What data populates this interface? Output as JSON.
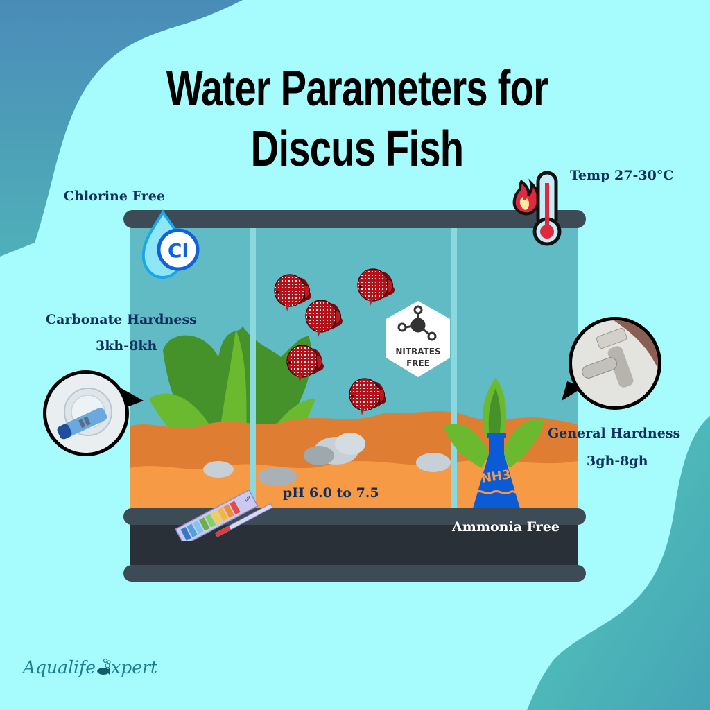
{
  "title": {
    "line1": "Water Parameters for",
    "line2": "Discus Fish"
  },
  "parameters": {
    "chlorine": {
      "label": "Chlorine Free",
      "icon": "chlorine-drop-icon",
      "icon_text": "Cl"
    },
    "temperature": {
      "label": "Temp 27-30°C",
      "icon": "thermometer-flame-icon"
    },
    "carbonate_hardness": {
      "label": "Carbonate Hardness",
      "value": "3kh-8kh",
      "icon": "kh-test-kit-photo"
    },
    "nitrates": {
      "line1": "NITRATES",
      "line2": "FREE",
      "icon": "molecule-icon"
    },
    "general_hardness": {
      "label": "General Hardness",
      "value": "3gh-8gh",
      "icon": "faucet-limescale-photo"
    },
    "ph": {
      "label": "pH 6.0 to 7.5",
      "icon": "ph-test-strip-icon",
      "strip_text": "pH"
    },
    "ammonia": {
      "label": "Ammonia Free",
      "icon": "nh3-flask-icon",
      "icon_text": "NH3"
    }
  },
  "logo": {
    "text_left": "Aqualife",
    "text_right": "xpert"
  },
  "colors": {
    "background_light": "#a6fcfc",
    "blob_top_left": "#4a8fb8",
    "blob_bottom_right": "#55c9bd",
    "tank_water": "#61bbc4",
    "tank_frame": "#3c4b55",
    "tank_base": "#293038",
    "gravel_dark": "#df7e33",
    "gravel_light": "#f79a45",
    "text_navy": "#112f5e",
    "fish_red": "#b3121a"
  }
}
